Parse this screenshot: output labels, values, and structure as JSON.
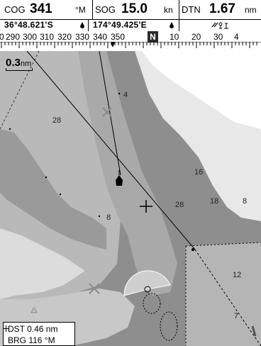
{
  "databar": {
    "cog": {
      "label": "COG",
      "value": "341",
      "unit": "°M"
    },
    "sog": {
      "label": "SOG",
      "value": "15.0",
      "unit": "kn"
    },
    "dtn": {
      "label": "DTN",
      "value": "1.67",
      "unit": "nm"
    },
    "lat": "36°48.621'S",
    "lon": "174°49.425'E",
    "status_icon": "satellite-fix-icon"
  },
  "compass": {
    "labels": [
      "0",
      "290",
      "300",
      "310",
      "320",
      "330",
      "340",
      "350",
      "N",
      "10",
      "20",
      "30",
      "4"
    ],
    "north_label": "N"
  },
  "chart": {
    "scale_value": "0.3",
    "scale_unit": "nm",
    "depths": [
      "4",
      "28",
      "16",
      "28",
      "18",
      "8",
      "8",
      "12",
      "7"
    ],
    "colors": {
      "deep": "#ffffff",
      "medium": "#b9b9b9",
      "shallow": "#8e8e8e",
      "land": "#e6e6e6",
      "water_dark": "#777777"
    }
  },
  "info": {
    "dst": "DST 0.46 nm",
    "brg": "BRG 116 °M"
  }
}
